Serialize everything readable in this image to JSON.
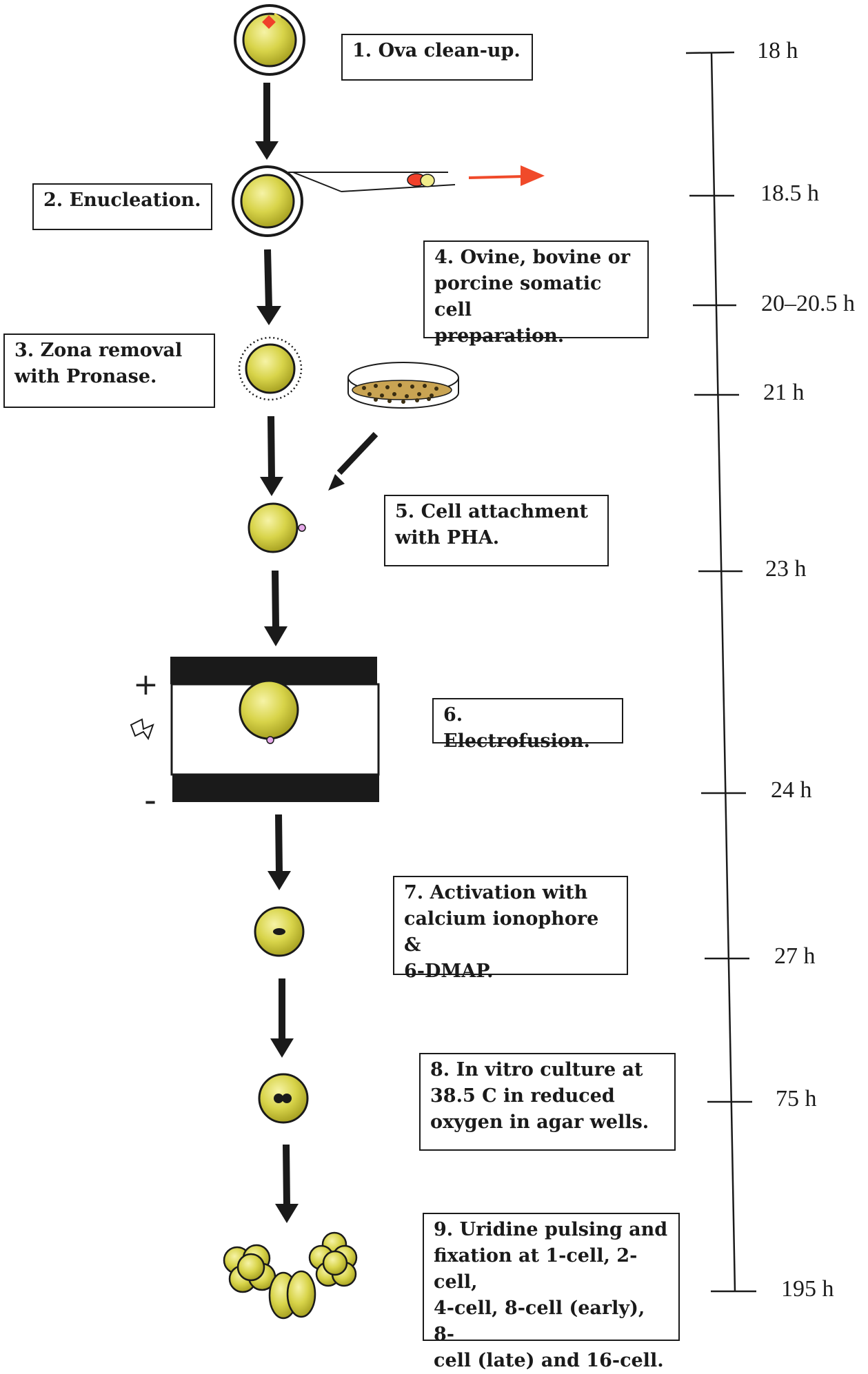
{
  "steps": [
    {
      "text": "1. Ova clean-up."
    },
    {
      "text": "2. Enucleation."
    },
    {
      "text": "3. Zona removal\nwith Pronase."
    },
    {
      "text": "4. Ovine, bovine or\nporcine somatic cell\npreparation."
    },
    {
      "text": "5. Cell attachment\nwith PHA."
    },
    {
      "text": "6. Electrofusion."
    },
    {
      "text": "7. Activation with\ncalcium ionophore &\n6-DMAP."
    },
    {
      "text": "8. In vitro culture at\n38.5 C in reduced\noxygen in agar wells."
    },
    {
      "text": "9. Uridine pulsing and\nfixation at 1-cell, 2-cell,\n4-cell, 8-cell (early), 8-\ncell (late) and 16-cell."
    }
  ],
  "timeline": [
    "18 h",
    "18.5 h",
    "20–20.5 h",
    "21 h",
    "23 h",
    "24 h",
    "27 h",
    "75 h",
    "195 h"
  ],
  "electrodes": {
    "positive": "+",
    "negative": "-"
  },
  "colors": {
    "cell": "#d8d44a",
    "cell_edge": "#222222",
    "pipette_arrow": "#f04a2a",
    "attached_cell": "#e4a8e8",
    "nucleus": "#1a1a1a",
    "polar_marker": "#f0402a"
  },
  "icons": [
    "lightning-bolt-icon",
    "down-arrow-icon",
    "petri-dish-icon",
    "pipette-icon"
  ]
}
